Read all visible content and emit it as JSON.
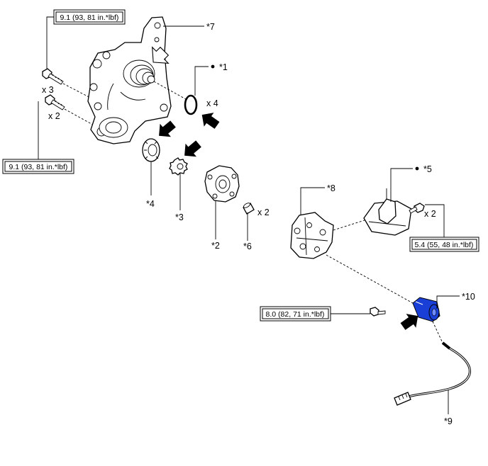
{
  "callouts": {
    "c1": "*1",
    "c2": "*2",
    "c3": "*3",
    "c4": "*4",
    "c5": "*5",
    "c6": "*6",
    "c7": "*7",
    "c8": "*8",
    "c9": "*9",
    "c10": "*10"
  },
  "quantities": {
    "top_bolts": "x 3",
    "lower_bolts": "x 2",
    "o_rings": "x 4",
    "pins": "x 2",
    "strainer_bolts": "x 2"
  },
  "torques": {
    "top_left": "9.1 (93, 81 in.*lbf)",
    "bottom_left": "9.1 (93, 81 in.*lbf)",
    "right": "5.4 (55, 48 in.*lbf)",
    "sensor": "8.0 (82, 71 in.*lbf)"
  },
  "colors": {
    "highlight_part": "#1a3fd6",
    "line": "#000000",
    "background": "#ffffff"
  }
}
